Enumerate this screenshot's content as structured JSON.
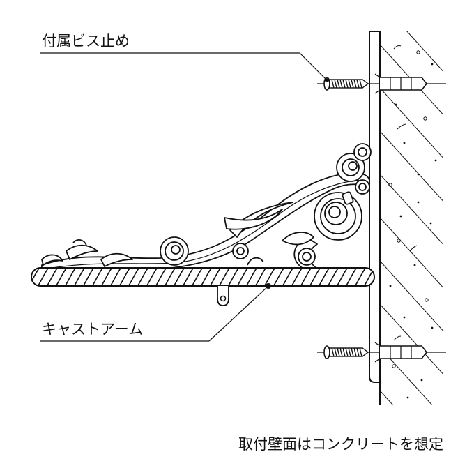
{
  "labels": {
    "screw": "付属ビス止め",
    "arm": "キャストアーム",
    "caption": "取付壁面はコンクリートを想定"
  },
  "colors": {
    "line": "#111111",
    "wall_fill": "#ffffff",
    "background": "#ffffff"
  }
}
